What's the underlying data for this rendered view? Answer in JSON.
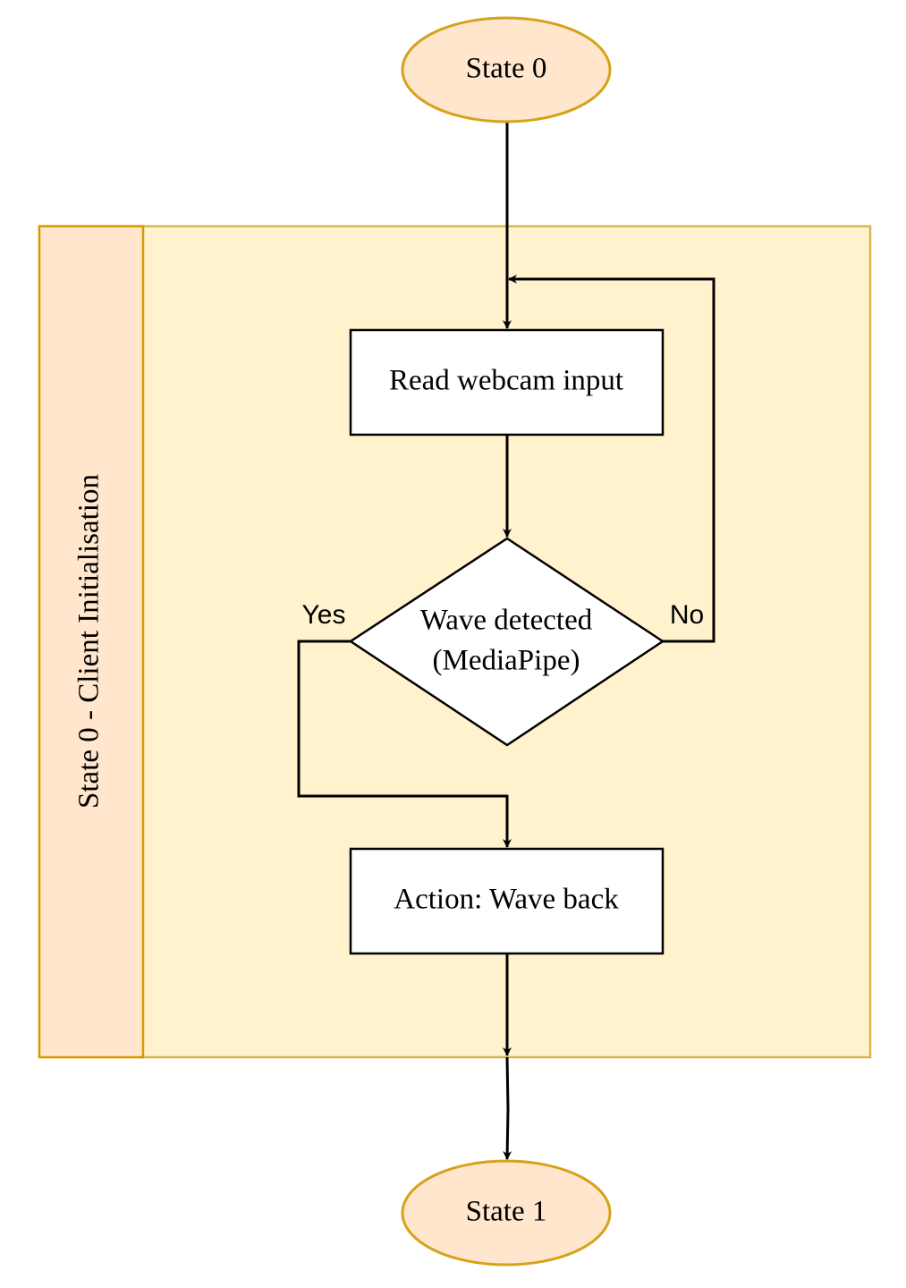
{
  "diagram": {
    "swimlane": {
      "title": "State 0 - Client Initialisation"
    },
    "nodes": {
      "start": "State 0",
      "read": "Read webcam input",
      "decision_line1": "Wave detected",
      "decision_line2": "(MediaPipe)",
      "action": "Action: Wave back",
      "end": "State 1"
    },
    "edge_labels": {
      "yes": "Yes",
      "no": "No"
    },
    "colors": {
      "lane_fill": "#fff2cc",
      "lane_stroke": "#d6b656",
      "header_fill": "#ffe6cc",
      "header_stroke": "#d79b00",
      "ellipse_fill": "#ffe6cc",
      "ellipse_stroke": "#d6a21a",
      "box_fill": "#ffffff",
      "line": "#000000"
    }
  }
}
